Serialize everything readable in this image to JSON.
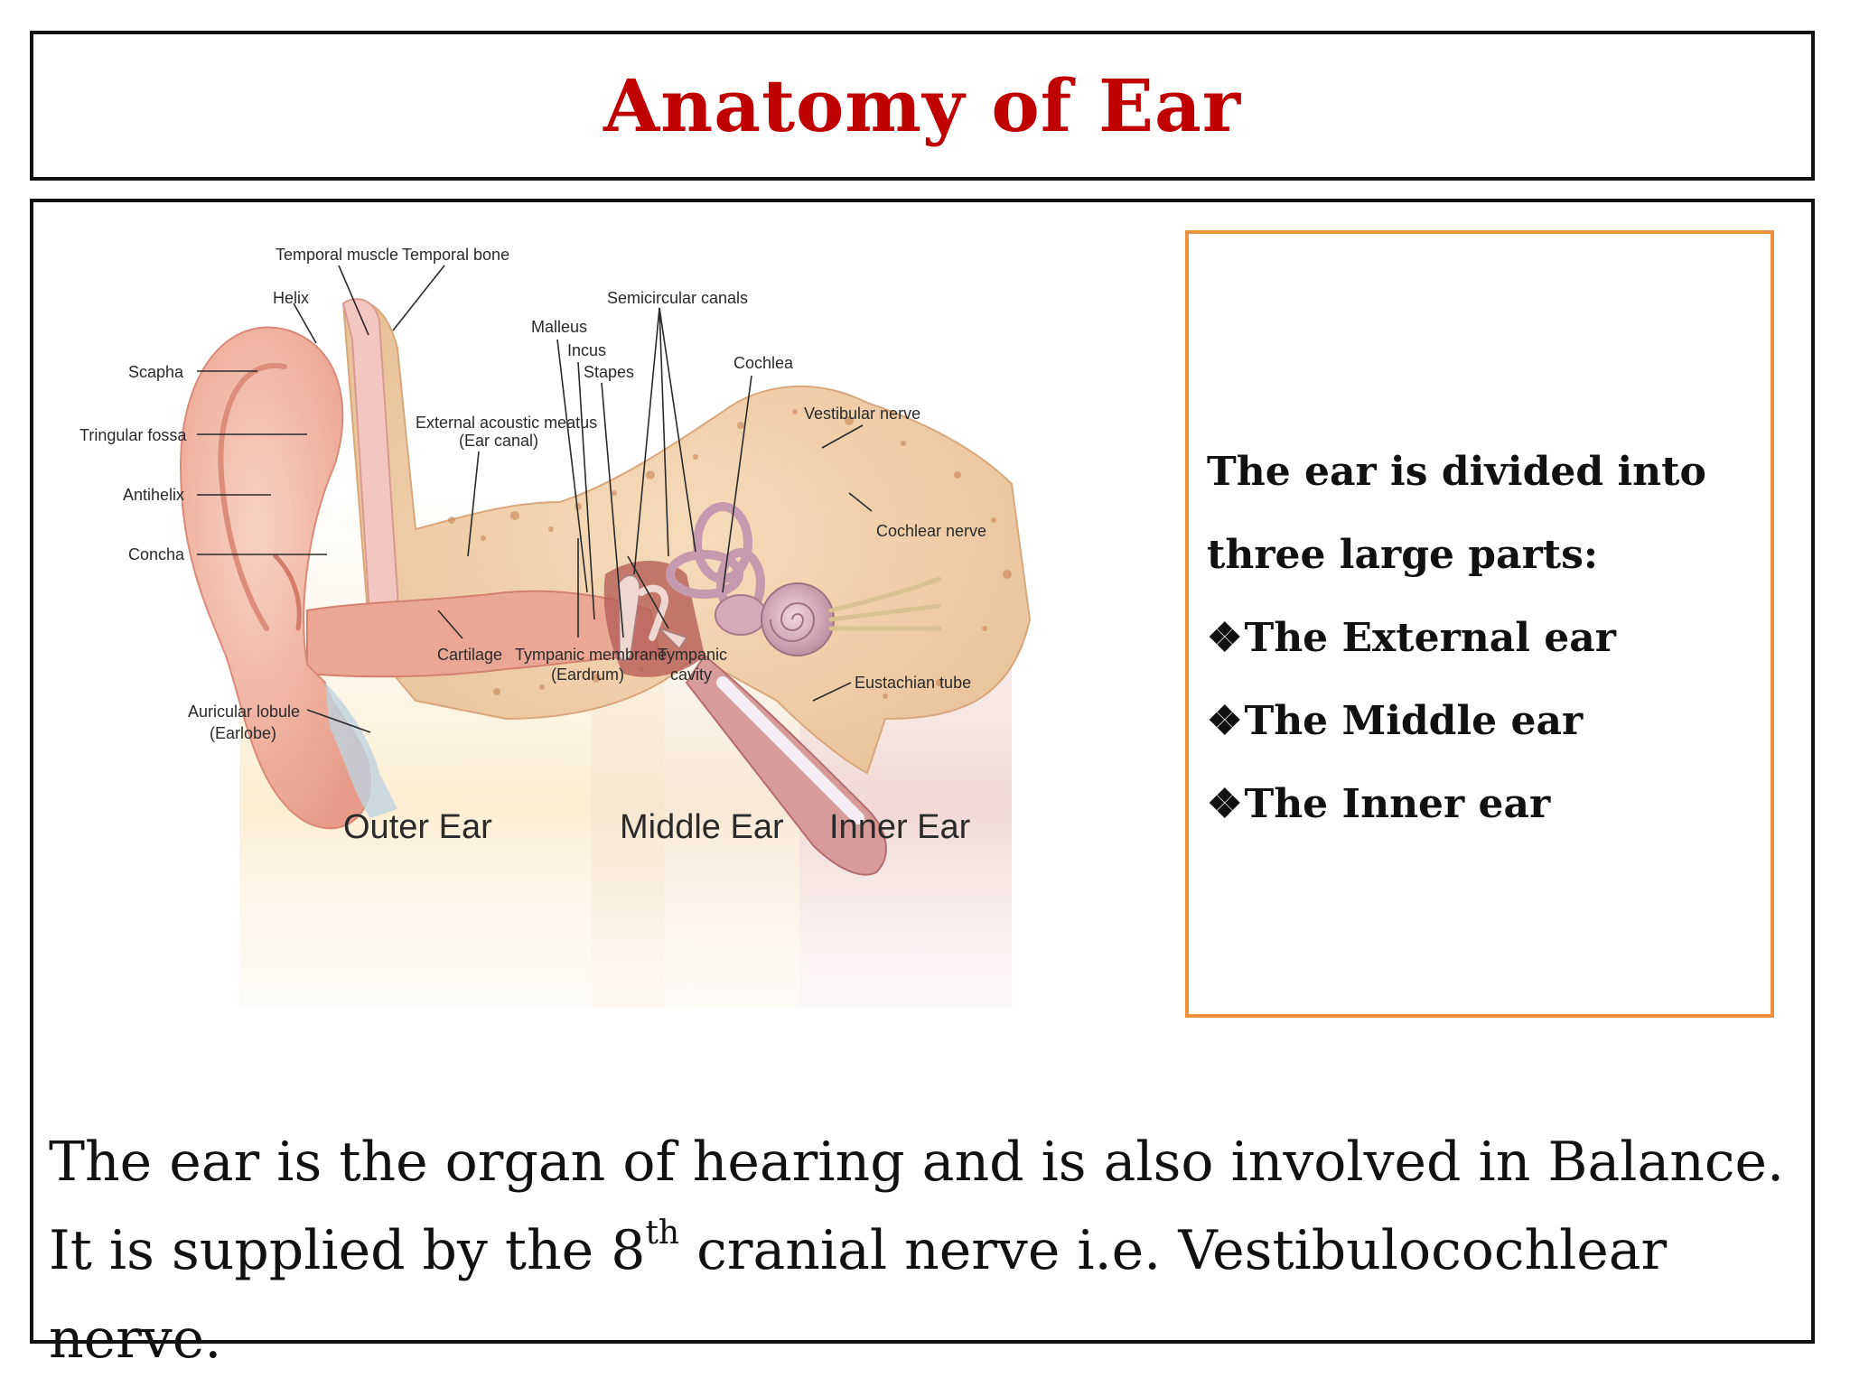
{
  "title": "Anatomy of Ear",
  "diagram": {
    "labels": {
      "temporal_muscle": "Temporal muscle",
      "temporal_bone": "Temporal bone",
      "helix": "Helix",
      "scapha": "Scapha",
      "triangular_fossa": "Tringular fossa",
      "antihelix": "Antihelix",
      "concha": "Concha",
      "auricular_lobule_1": "Auricular lobule",
      "auricular_lobule_2": "(Earlobe)",
      "external_meatus_1": "External acoustic meatus",
      "external_meatus_2": "(Ear canal)",
      "malleus": "Malleus",
      "incus": "Incus",
      "stapes": "Stapes",
      "semicircular_canals": "Semicircular canals",
      "cochlea": "Cochlea",
      "vestibular_nerve": "Vestibular nerve",
      "cochlear_nerve": "Cochlear nerve",
      "cartilage": "Cartilage",
      "tympanic_membrane_1": "Tympanic membrane",
      "tympanic_membrane_2": "(Eardrum)",
      "tympanic_cavity_1": "Tympanic",
      "tympanic_cavity_2": "cavity",
      "eustachian_tube": "Eustachian tube"
    },
    "regions": {
      "outer": "Outer Ear",
      "middle": "Middle Ear",
      "inner": "Inner Ear"
    }
  },
  "parts_box": {
    "intro_line1": "The ear is divided into",
    "intro_line2": "three large parts:",
    "bullet_symbol": "❖",
    "parts": [
      "The External ear",
      "The Middle ear",
      "The Inner ear"
    ]
  },
  "description": {
    "text_before_superscript": "The ear is the organ of hearing and is also involved in Balance. It is supplied by the 8",
    "superscript": "th",
    "text_after_superscript": " cranial nerve i.e. Vestibulocochlear nerve."
  },
  "colors": {
    "title": "#c00000",
    "parts_box_border": "#f0903c",
    "frame_border": "#111111"
  }
}
